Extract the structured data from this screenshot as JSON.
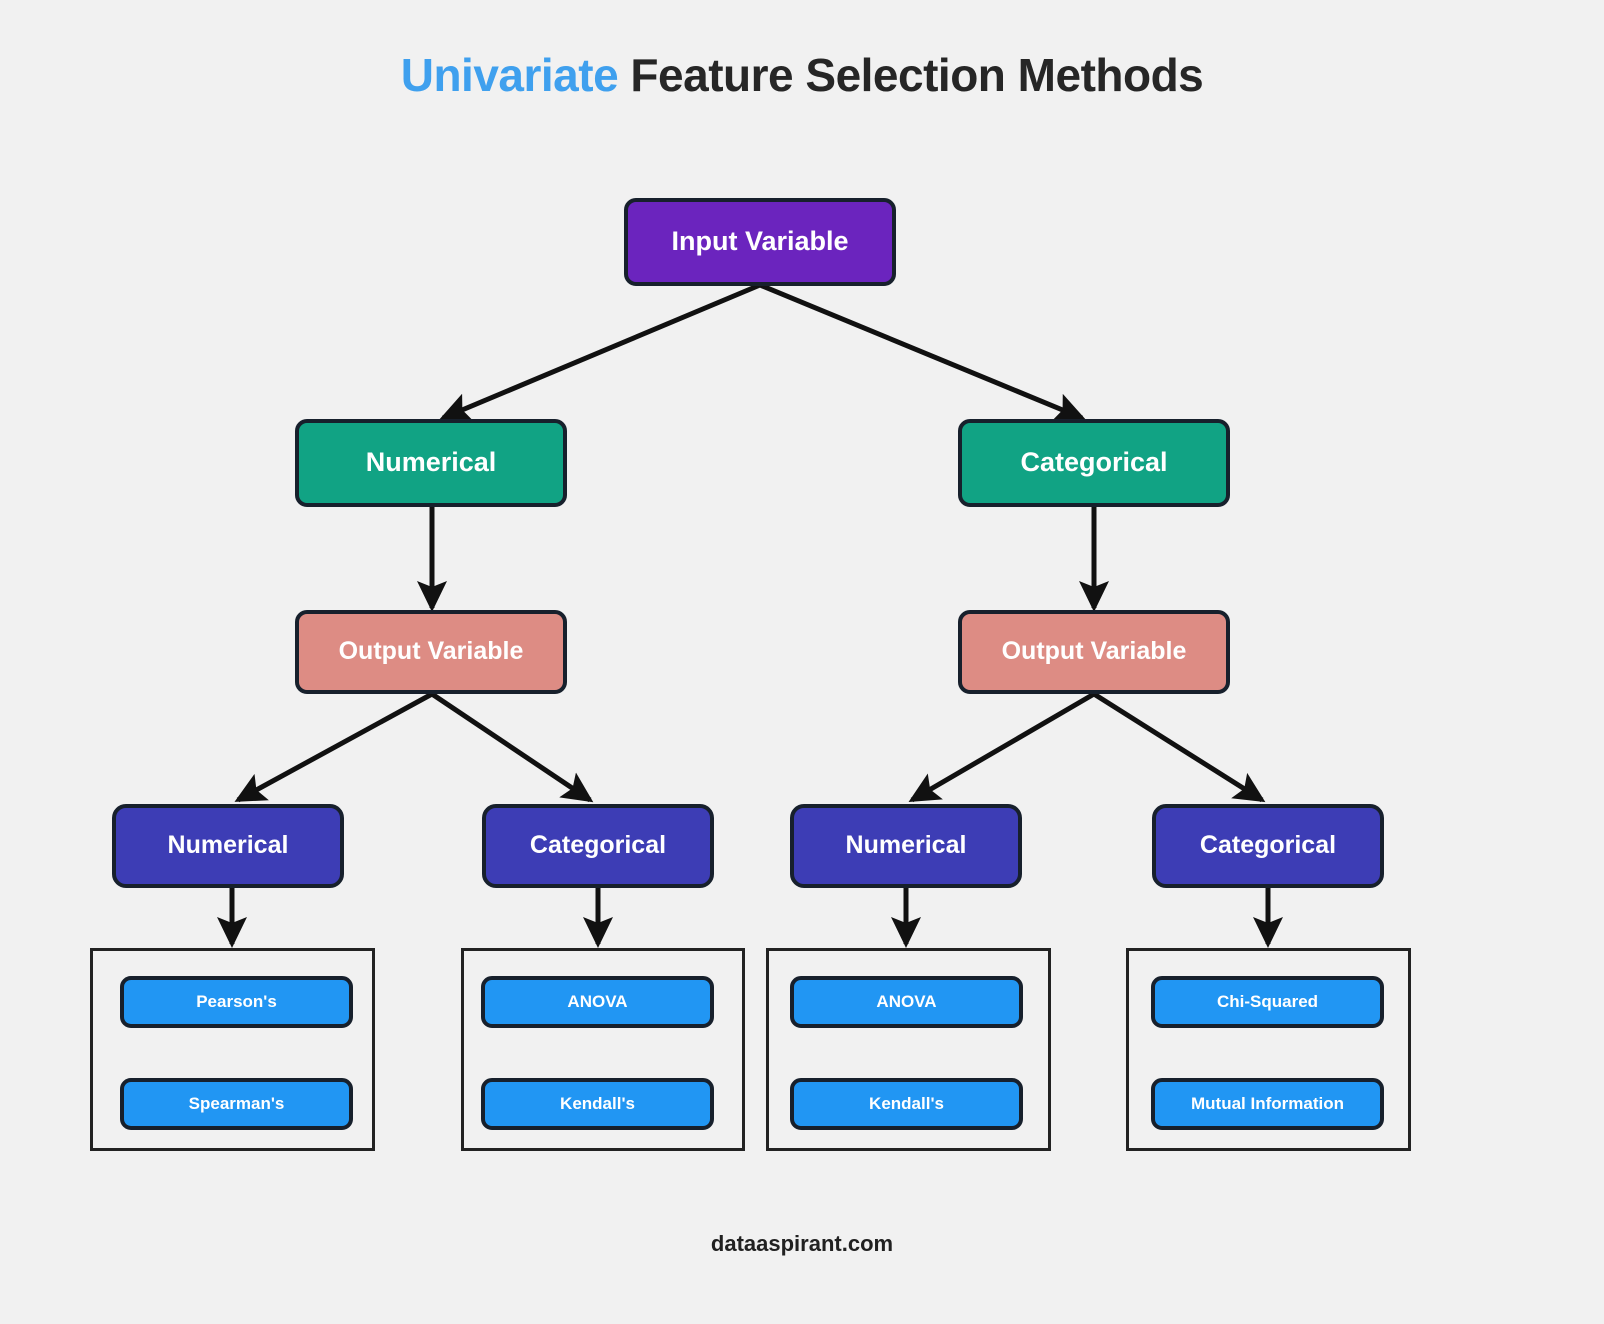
{
  "title": {
    "accent": "Univariate",
    "rest": " Feature Selection Methods"
  },
  "footer": {
    "text": "dataaspirant.com"
  },
  "colors": {
    "background": "#f1f1f1",
    "title_accent": "#3FA0EE",
    "title_text": "#262626",
    "input_variable": "#6B24BE",
    "variable_type_green": "#11A384",
    "output_variable": "#DD8C84",
    "leaf_parent_indigo": "#3D3DB5",
    "method": "#2196F3",
    "border": "#17202c",
    "edge": "#111111"
  },
  "nodes": {
    "root": {
      "label": "Input Variable"
    },
    "level2": [
      {
        "label": "Numerical"
      },
      {
        "label": "Categorical"
      }
    ],
    "level3": [
      {
        "label": "Output Variable"
      },
      {
        "label": "Output Variable"
      }
    ],
    "level4": [
      {
        "label": "Numerical"
      },
      {
        "label": "Categorical"
      },
      {
        "label": "Numerical"
      },
      {
        "label": "Categorical"
      }
    ]
  },
  "method_groups": [
    {
      "methods": [
        {
          "label": "Pearson's"
        },
        {
          "label": "Spearman's"
        }
      ]
    },
    {
      "methods": [
        {
          "label": "ANOVA"
        },
        {
          "label": "Kendall's"
        }
      ]
    },
    {
      "methods": [
        {
          "label": "ANOVA"
        },
        {
          "label": "Kendall's"
        }
      ]
    },
    {
      "methods": [
        {
          "label": "Chi-Squared"
        },
        {
          "label": "Mutual Information"
        }
      ]
    }
  ]
}
